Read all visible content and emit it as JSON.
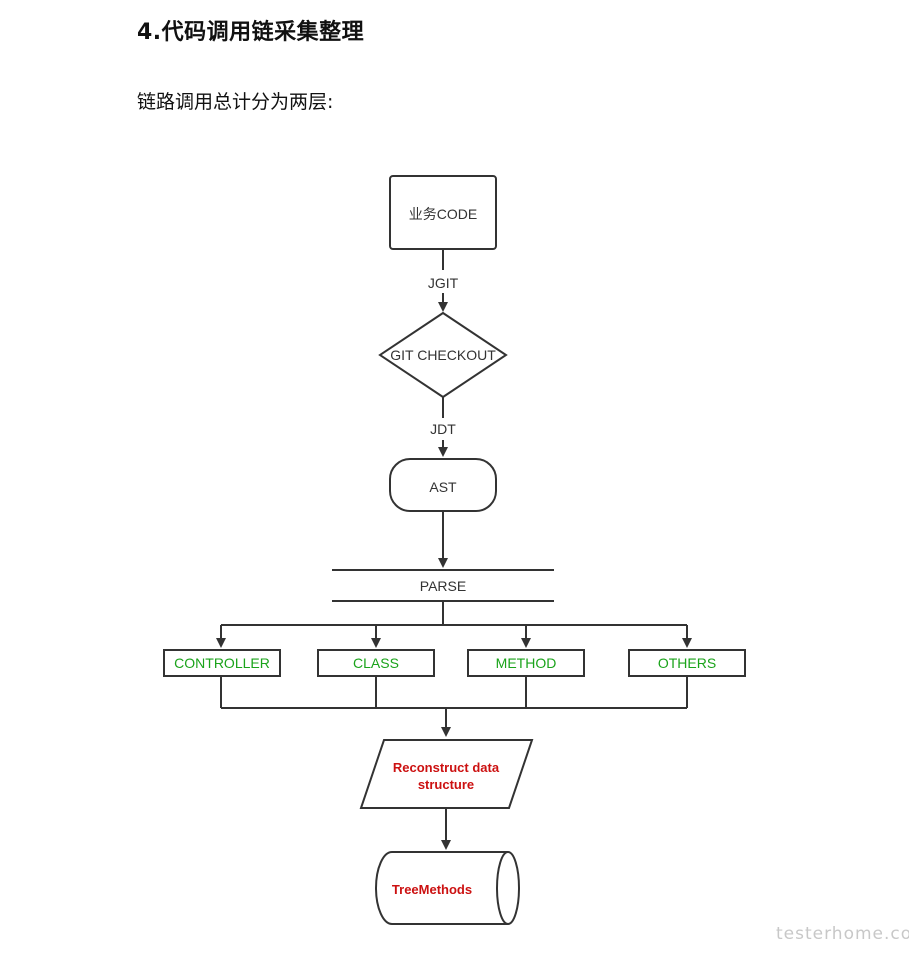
{
  "page": {
    "heading": "4.代码调用链采集整理",
    "intro": "链路调用总计分为两层:"
  },
  "flowchart": {
    "nodes": {
      "business_code": "业务CODE",
      "git_checkout": "GIT CHECKOUT",
      "ast": "AST",
      "parse": "PARSE",
      "controller": "CONTROLLER",
      "class": "CLASS",
      "method": "METHOD",
      "others": "OTHERS",
      "reconstruct_line1": "Reconstruct data",
      "reconstruct_line2": "structure",
      "tree_methods": "TreeMethods"
    },
    "edges": {
      "jgit": "JGIT",
      "jdt": "JDT"
    },
    "colors": {
      "stroke": "#333333",
      "category_text": "#1aa31a",
      "highlight_text": "#cc1111"
    }
  },
  "watermark": "testerhome.com"
}
